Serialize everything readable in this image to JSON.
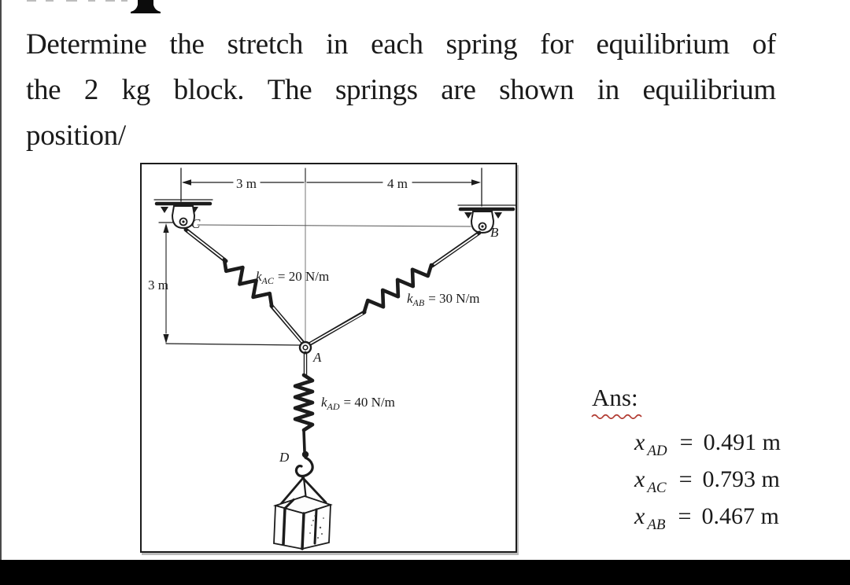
{
  "problem": {
    "line1_words": [
      "Determine",
      "the",
      "stretch",
      "in",
      "each",
      "spring",
      "for",
      "equilibrium",
      "of"
    ],
    "line2_words": [
      "the",
      "2",
      "kg",
      "block.",
      "The",
      "springs",
      "are",
      "shown",
      "in",
      "equilibrium"
    ],
    "line3": "position/"
  },
  "figure": {
    "dims": {
      "top_left": "3 m",
      "top_right": "4 m",
      "left": "3 m"
    },
    "points": {
      "a": "A",
      "b": "B",
      "c": "C",
      "d": "D"
    },
    "springs": {
      "ac": {
        "sym": "k",
        "sub": "AC",
        "eq": "= 20 N/m"
      },
      "ab": {
        "sym": "k",
        "sub": "AB",
        "eq": "= 30 N/m"
      },
      "ad": {
        "sym": "k",
        "sub": "AD",
        "eq": "= 40 N/m"
      }
    }
  },
  "answers": {
    "heading": "Ans:",
    "items": [
      {
        "sym": "x",
        "sub": "AD",
        "eq": "=",
        "val": "0.491 m"
      },
      {
        "sym": "x",
        "sub": "AC",
        "eq": "=",
        "val": "0.793 m"
      },
      {
        "sym": "x",
        "sub": "AB",
        "eq": "=",
        "val": "0.467 m"
      }
    ]
  },
  "colors": {
    "ink": "#1a1a1a",
    "squiggle_red": "#b13a31",
    "bottom_bar": "#000000",
    "edge_strip": "#4a4a4a"
  }
}
